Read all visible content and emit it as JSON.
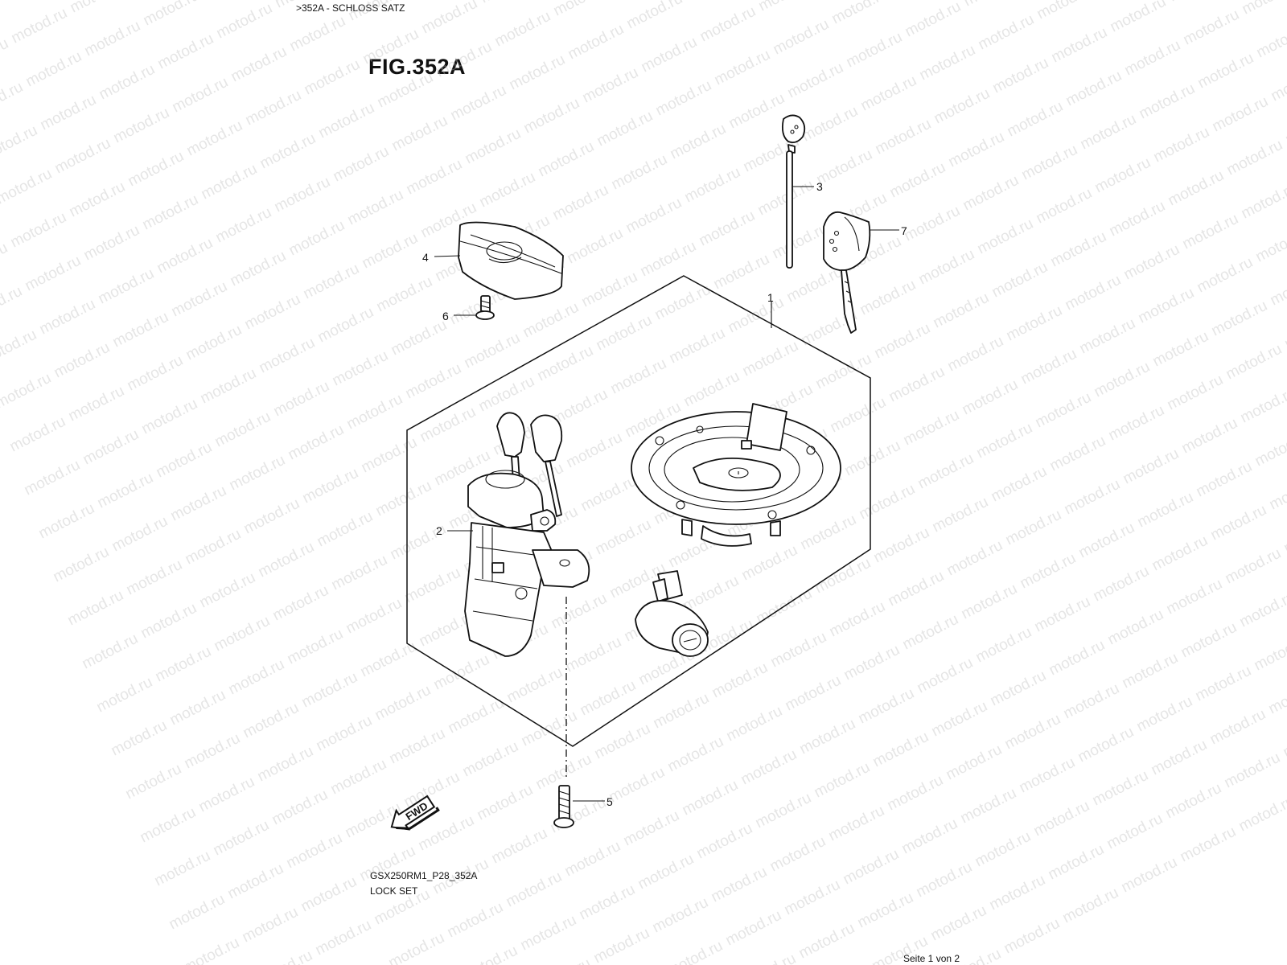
{
  "header": {
    "breadcrumb": ">352A - SCHLOSS SATZ"
  },
  "figure": {
    "title": "FIG.352A"
  },
  "callouts": [
    {
      "id": "1",
      "label": "1"
    },
    {
      "id": "2",
      "label": "2"
    },
    {
      "id": "3",
      "label": "3"
    },
    {
      "id": "4",
      "label": "4"
    },
    {
      "id": "5",
      "label": "5"
    },
    {
      "id": "6",
      "label": "6"
    },
    {
      "id": "7",
      "label": "7"
    }
  ],
  "fwd_arrow": {
    "label": "FWD"
  },
  "watermark": {
    "text": "motod.ru"
  },
  "footer": {
    "code": "GSX250RM1_P28_352A",
    "name": "LOCK SET",
    "page": "Seite 1 von 2"
  }
}
